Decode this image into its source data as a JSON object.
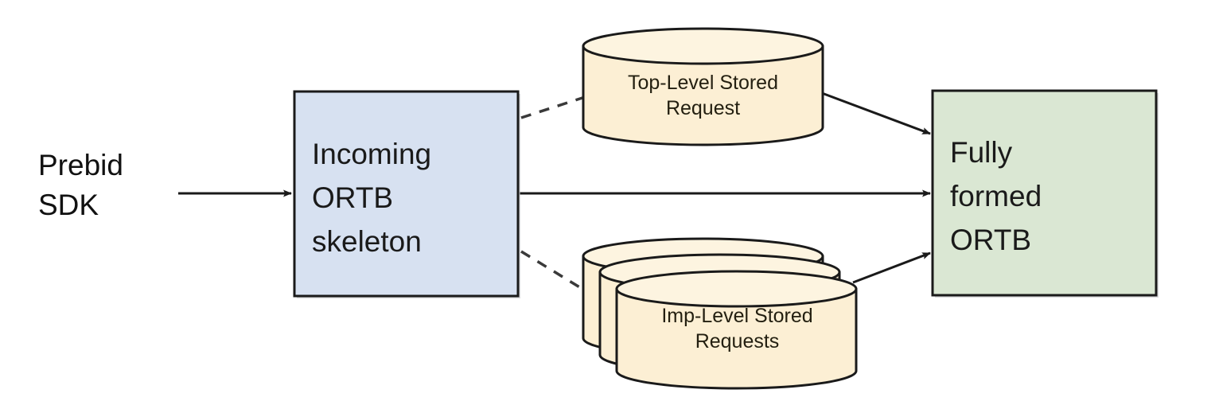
{
  "diagram": {
    "title": "Prebid Server stored request resolution flow",
    "type": "flow-diagram",
    "colors": {
      "background": "#ffffff",
      "process_fill": "#d7e1f1",
      "output_fill": "#dae7d3",
      "datastore_fill": "#fcefd4",
      "stroke": "#1a1a1a",
      "text": "#1a1a1a"
    },
    "nodes": [
      {
        "id": "prebid-sdk",
        "shape": "text",
        "label": "Prebid\nSDK"
      },
      {
        "id": "incoming-ortb-skeleton",
        "shape": "rectangle",
        "fill": "#d7e1f1",
        "label": "Incoming\nORTB\nskeleton"
      },
      {
        "id": "top-level-stored-request",
        "shape": "cylinder",
        "fill": "#fcefd4",
        "label": "Top-Level Stored\nRequest"
      },
      {
        "id": "imp-level-stored-requests",
        "shape": "cylinder-stack",
        "stack_count": 3,
        "fill": "#fcefd4",
        "label": "Imp-Level Stored\nRequests"
      },
      {
        "id": "fully-formed-ortb",
        "shape": "rectangle",
        "fill": "#dae7d3",
        "label": "Fully\nformed\nORTB"
      }
    ],
    "edges": [
      {
        "id": "sdk-to-incoming",
        "from": "prebid-sdk",
        "to": "incoming-ortb-skeleton",
        "style": "solid",
        "arrow": "end"
      },
      {
        "id": "incoming-to-toplevel",
        "from": "incoming-ortb-skeleton",
        "to": "top-level-stored-request",
        "style": "dashed",
        "arrow": "none"
      },
      {
        "id": "toplevel-to-output",
        "from": "top-level-stored-request",
        "to": "fully-formed-ortb",
        "style": "solid",
        "arrow": "end"
      },
      {
        "id": "incoming-to-output",
        "from": "incoming-ortb-skeleton",
        "to": "fully-formed-ortb",
        "style": "solid",
        "arrow": "end"
      },
      {
        "id": "incoming-to-implevel",
        "from": "incoming-ortb-skeleton",
        "to": "imp-level-stored-requests",
        "style": "dashed",
        "arrow": "none"
      },
      {
        "id": "implevel-to-output",
        "from": "imp-level-stored-requests",
        "to": "fully-formed-ortb",
        "style": "solid",
        "arrow": "end"
      }
    ]
  }
}
